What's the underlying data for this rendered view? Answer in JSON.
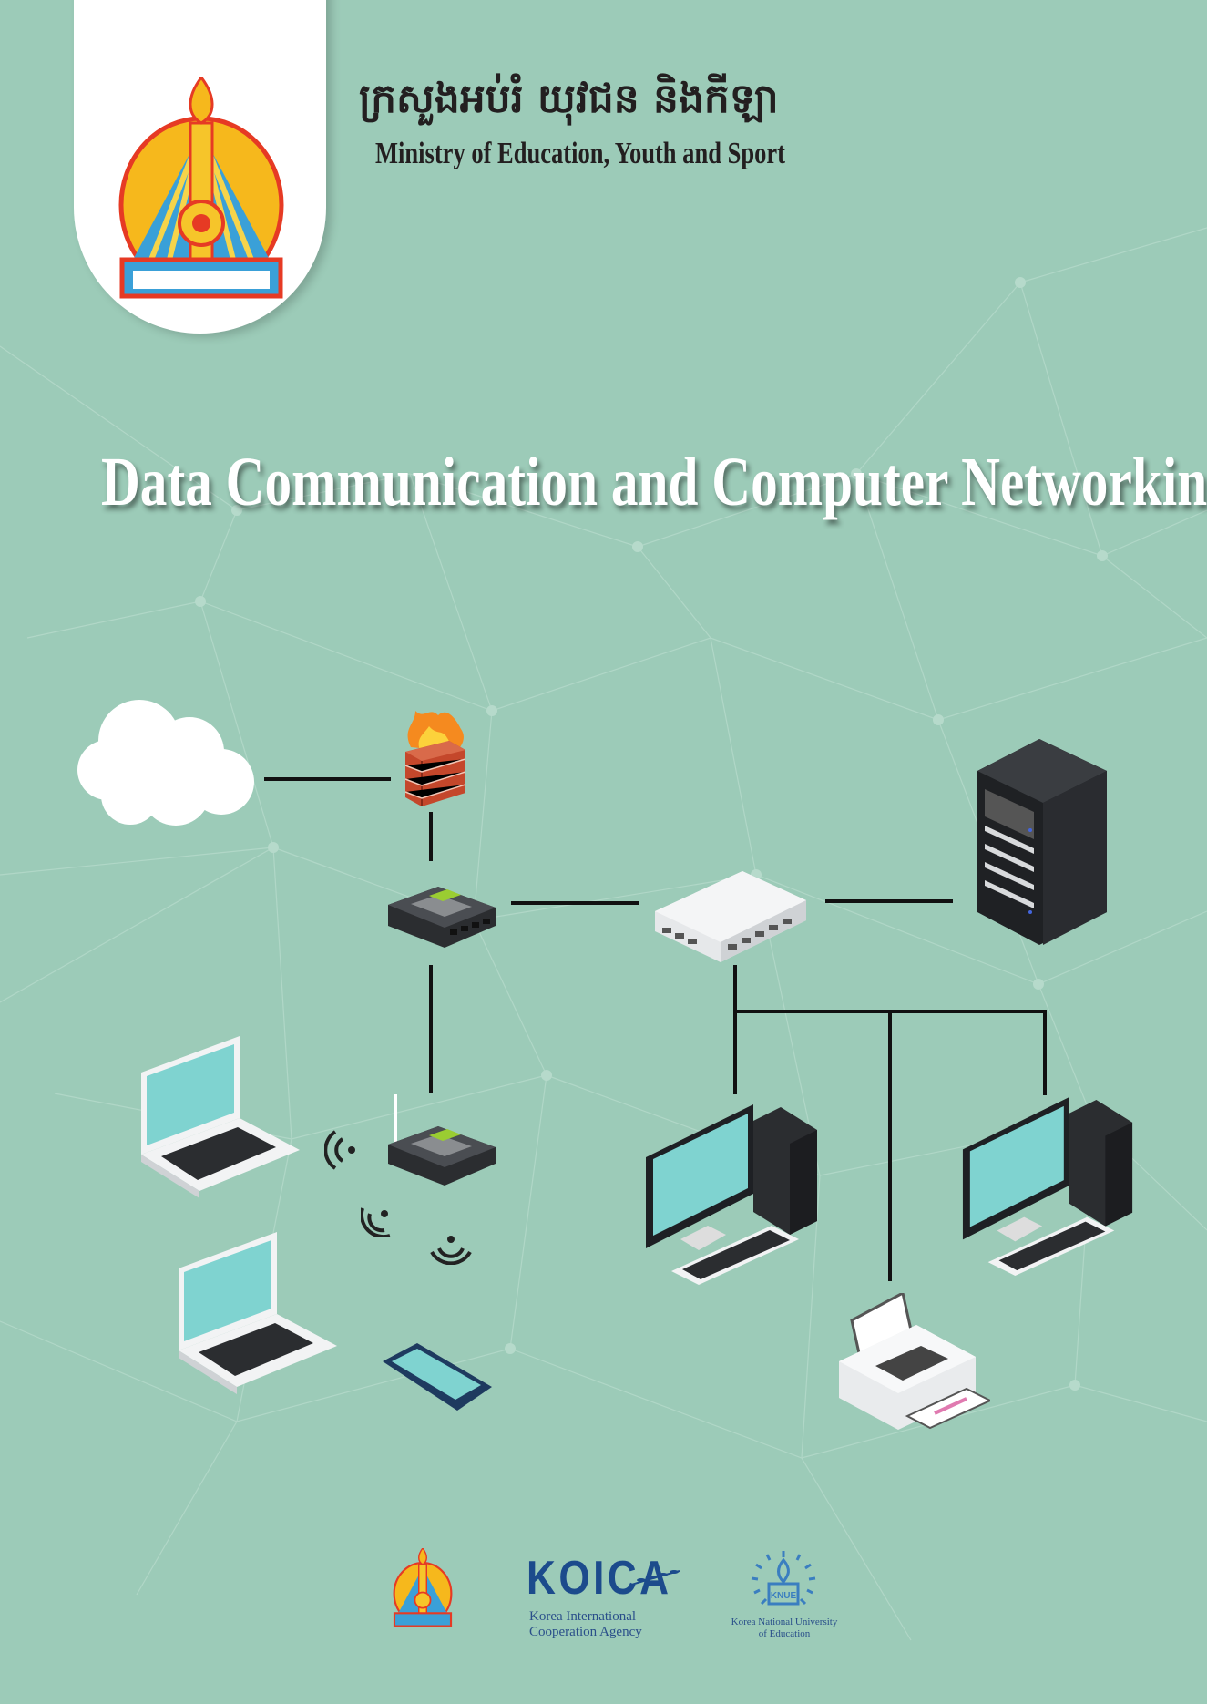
{
  "header": {
    "ministry_khmer": "ក្រសួងអប់រំ យុវជន និងកីឡា",
    "ministry_english": "Ministry of Education, Youth and Sport",
    "emblem_caption_khmer": "ក្រសួងអប់រំយុវជននិងកីឡា"
  },
  "cover": {
    "title": "Data Communication and Computer Networking"
  },
  "diagram": {
    "nodes": [
      "cloud-icon",
      "firewall-icon",
      "router-icon",
      "switch-icon",
      "server-icon",
      "wireless-router-icon",
      "laptop-icon",
      "laptop-icon",
      "smartphone-icon",
      "desktop-computer-icon",
      "desktop-computer-icon",
      "printer-icon"
    ]
  },
  "footer": {
    "koica_name": "KOICA",
    "koica_line1": "Korea International",
    "koica_line2": "Cooperation Agency",
    "knue_badge": "KNUE",
    "knue_line1": "Korea National University",
    "knue_line2": "of Education"
  },
  "colors": {
    "background": "#9ccbb8",
    "title": "#ffffff",
    "koica_blue": "#1c4b8c",
    "screen_cyan": "#7fd3d0"
  }
}
